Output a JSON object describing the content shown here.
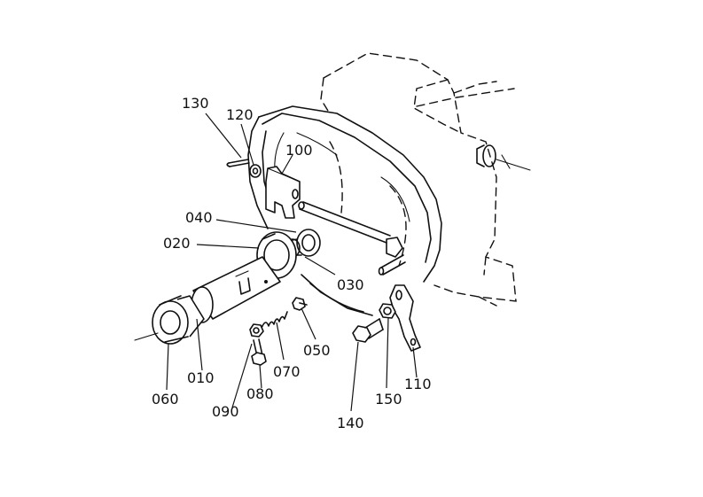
{
  "callouts": {
    "p010": "010",
    "p020": "020",
    "p030": "030",
    "p040": "040",
    "p050": "050",
    "p060": "060",
    "p070": "070",
    "p080": "080",
    "p090": "090",
    "p100": "100",
    "p110": "110",
    "p120": "120",
    "p130": "130",
    "p140": "140",
    "p150": "150"
  }
}
